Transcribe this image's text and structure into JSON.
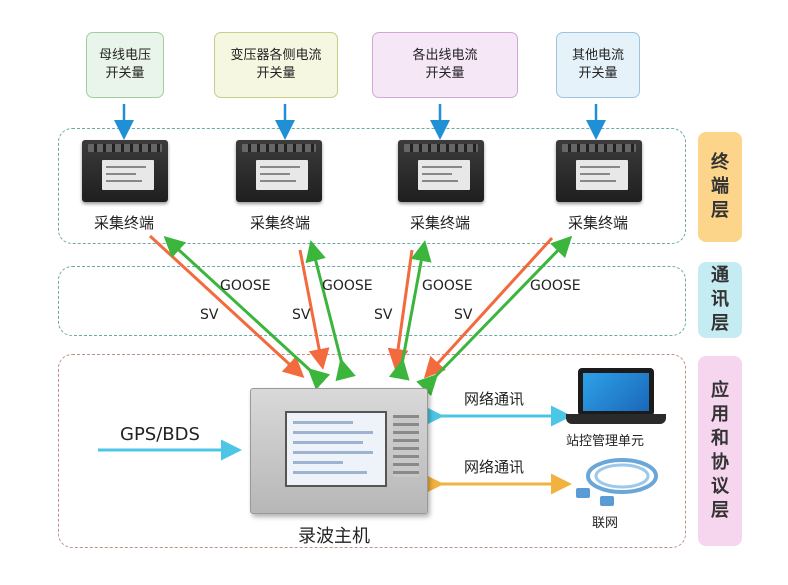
{
  "sources": [
    {
      "line1": "母线电压",
      "line2": "开关量",
      "bg": "#e9f5ea",
      "border": "#9fcf9f"
    },
    {
      "line1": "变压器各侧电流",
      "line2": "开关量",
      "bg": "#f6f7e1",
      "border": "#c9cc8a"
    },
    {
      "line1": "各出线电流",
      "line2": "开关量",
      "bg": "#f5e7f6",
      "border": "#d3a6d8"
    },
    {
      "line1": "其他电流",
      "line2": "开关量",
      "bg": "#e6f2fa",
      "border": "#9cc4de"
    }
  ],
  "terminals": {
    "label": "采集终端",
    "count": 4
  },
  "layers": {
    "terminal": {
      "chars": [
        "终",
        "端",
        "层"
      ],
      "bg": "#fcd58a"
    },
    "comm": {
      "chars": [
        "通",
        "讯",
        "层"
      ],
      "bg": "#c4ecf2"
    },
    "app": {
      "chars": [
        "应",
        "用",
        "和",
        "协",
        "议",
        "层"
      ],
      "bg": "#f6d5ef"
    }
  },
  "protocols": {
    "goose": "GOOSE",
    "sv": "SV"
  },
  "recorder": {
    "label": "录波主机"
  },
  "gps": {
    "label": "GPS/BDS"
  },
  "network": {
    "label1": "网络通讯",
    "label2": "网络通讯"
  },
  "station": {
    "label": "站控管理单元"
  },
  "internet": {
    "label": "联网"
  },
  "colors": {
    "down_arrow": "#1f8fd6",
    "sv": "#f26a3d",
    "goose": "#3bb53b",
    "network1": "#4cc6e4",
    "network2": "#f2b240",
    "gps": "#4cc6e4"
  }
}
